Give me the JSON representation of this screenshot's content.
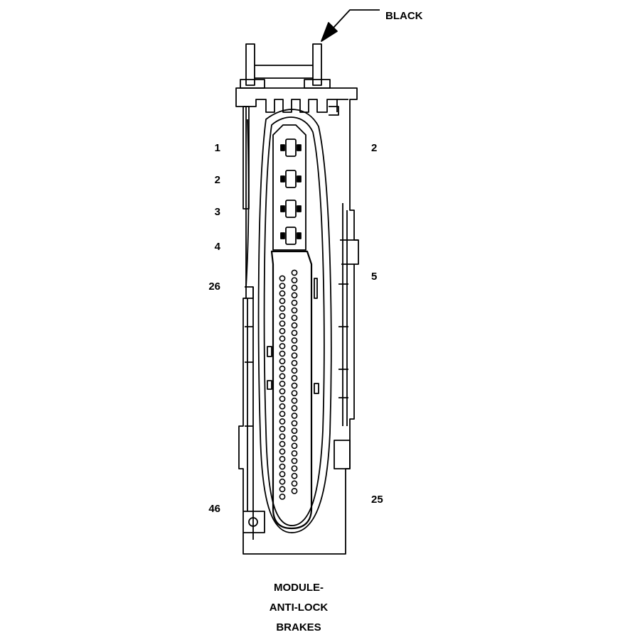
{
  "color_label": "BLACK",
  "pins": {
    "left": [
      "1",
      "2",
      "3",
      "4",
      "26",
      "46"
    ],
    "right": [
      "2",
      "5",
      "25"
    ]
  },
  "caption": [
    "MODULE-",
    "ANTI-LOCK",
    "BRAKES"
  ]
}
